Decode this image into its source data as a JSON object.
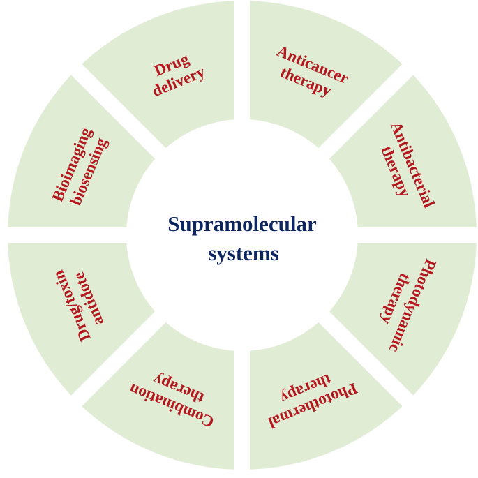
{
  "center": {
    "line1": "Supramolecular",
    "line2": "systems"
  },
  "segments": [
    {
      "lines": [
        "Anticancer",
        "therapy"
      ]
    },
    {
      "lines": [
        "Antibacterial",
        "therapy"
      ]
    },
    {
      "lines": [
        "Photodynamic",
        "therapy"
      ]
    },
    {
      "lines": [
        "Photothermal",
        "therapy"
      ]
    },
    {
      "lines": [
        "Combination",
        "therapy"
      ]
    },
    {
      "lines": [
        "Drug/toxin",
        "antidote"
      ]
    },
    {
      "lines": [
        "Bioimaging",
        "biosensing"
      ]
    },
    {
      "lines": [
        "Drug",
        "delivery"
      ]
    }
  ],
  "colors": {
    "segment_fill": "#e1ecd5",
    "label": "#b3181e",
    "title": "#0d2660",
    "gap": "#ffffff"
  }
}
